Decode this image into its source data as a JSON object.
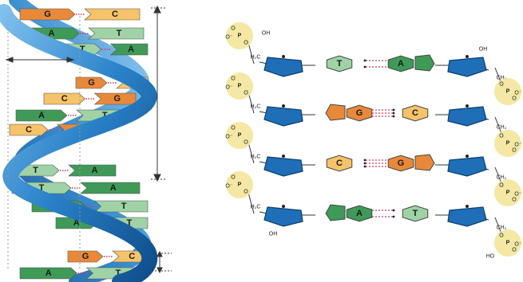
{
  "colors": {
    "guanine": "#e8893a",
    "cytosine": "#f6c36a",
    "adenine": "#3f9a58",
    "thymine": "#9fd3a6",
    "backbone_blue": "#1f6fb8",
    "phosphate_yellow": "#f3e59a",
    "hbond_red": "#d23a5a"
  },
  "helix": {
    "pairs": [
      {
        "left": "G",
        "right": "C"
      },
      {
        "left": "A",
        "right": "T"
      },
      {
        "left": "T",
        "right": "A"
      },
      {
        "left": "G",
        "right": "C"
      },
      {
        "left": "C",
        "right": "G"
      },
      {
        "left": "A",
        "right": "T"
      },
      {
        "left": "C",
        "right": "G"
      },
      {
        "left": "T",
        "right": "A"
      },
      {
        "left": "T",
        "right": "A"
      },
      {
        "left": "A",
        "right": "T"
      },
      {
        "left": "A",
        "right": "T"
      },
      {
        "left": "G",
        "right": "C"
      },
      {
        "left": "A",
        "right": "T"
      }
    ]
  },
  "ladder": {
    "rungs": [
      {
        "left": "T",
        "right": "A"
      },
      {
        "left": "G",
        "right": "C"
      },
      {
        "left": "C",
        "right": "G"
      },
      {
        "left": "A",
        "right": "T"
      }
    ],
    "phosphate": {
      "p": "P",
      "o": "O",
      "o_minus": "O⁻",
      "oh": "OH",
      "ho": "HO"
    },
    "ch2": "H₂C",
    "ch2_right": "CH₂",
    "oh_top": "OH",
    "oh_bottom": "OH"
  }
}
